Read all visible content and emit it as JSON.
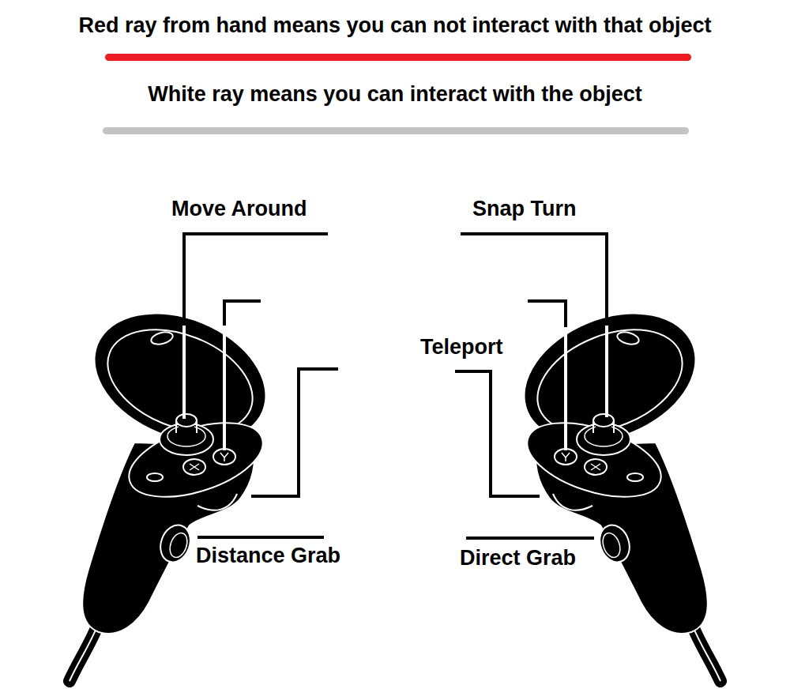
{
  "diagram": {
    "labels": [
      "Move Around",
      "Snap Turn",
      "Teleport",
      "Distance Grab",
      "Direct Grab"
    ],
    "legend": [
      {
        "text": "Red ray from hand means you can not interact with that object",
        "color": "#ed1c24"
      },
      {
        "text": "White ray means you can interact with the object",
        "color": "#c3c3c3"
      }
    ]
  }
}
